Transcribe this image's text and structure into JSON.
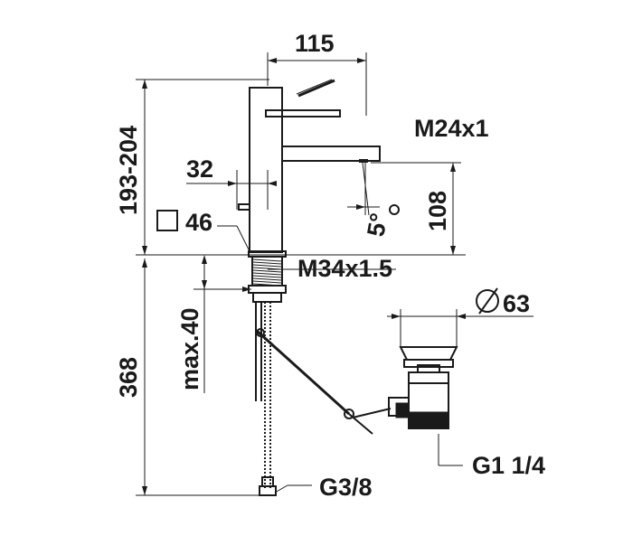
{
  "dimensions": {
    "spout_reach": "115",
    "total_height": "193-204",
    "tap_diameter": "32",
    "square_base": "46",
    "spout_thread": "M24x1",
    "spout_height": "108",
    "spout_angle": "5°",
    "mount_thread": "M34x1.5",
    "max_deck": "max.40",
    "hose_length": "368",
    "hose_thread": "G3/8",
    "waste_diameter": "63",
    "waste_thread": "G1 1/4"
  }
}
